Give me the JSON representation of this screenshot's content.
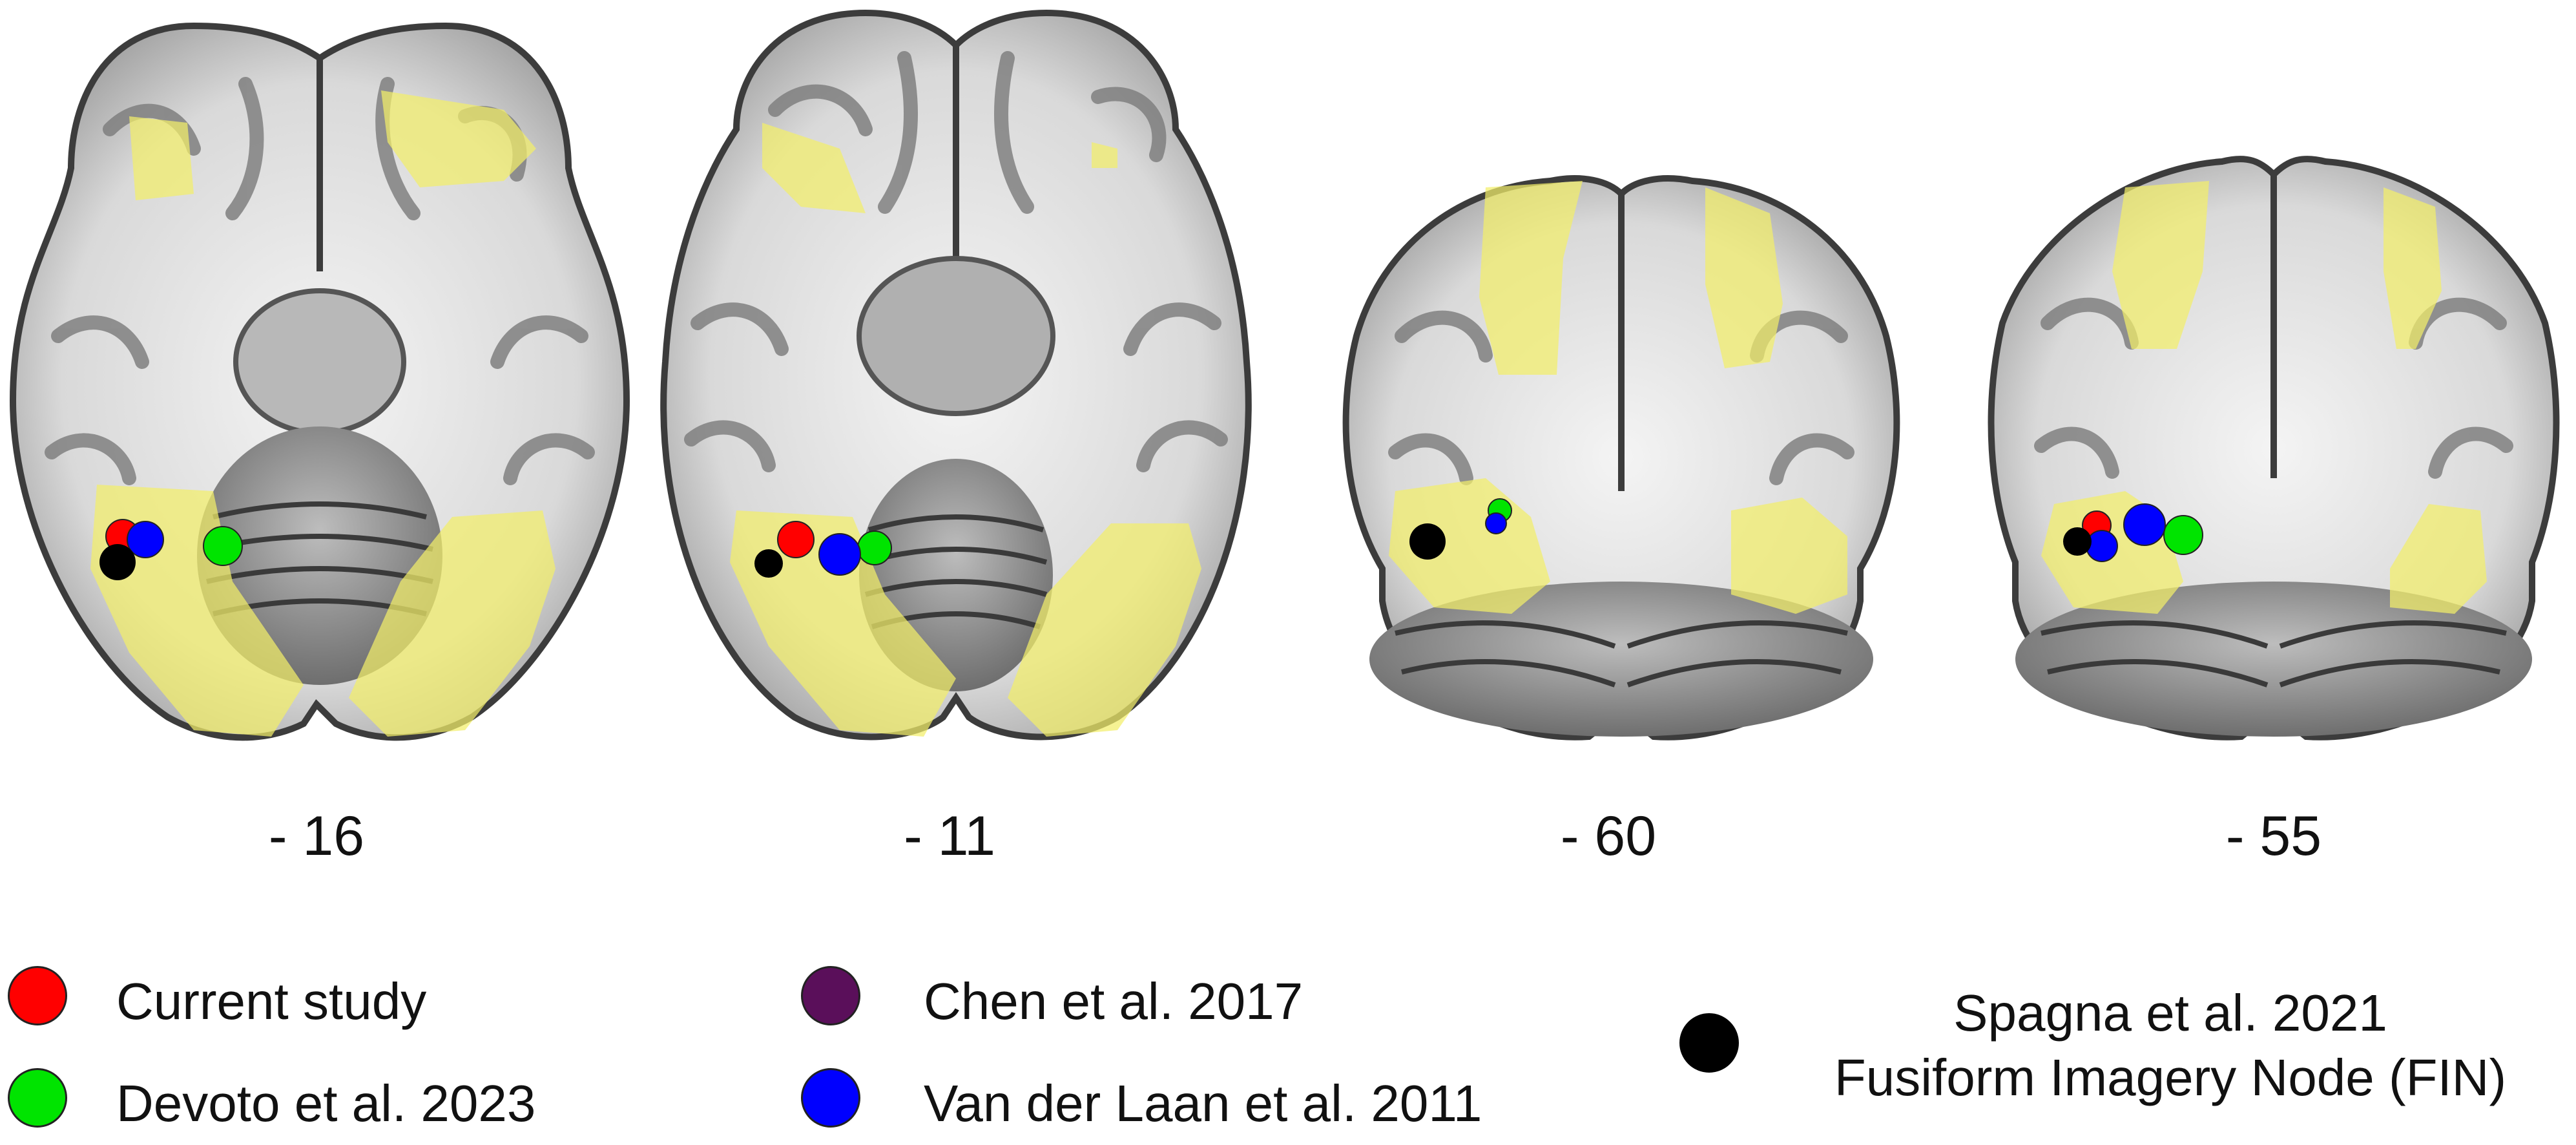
{
  "slices": [
    {
      "label": "- 16",
      "view": "axial"
    },
    {
      "label": "- 11",
      "view": "axial"
    },
    {
      "label": "- 60",
      "view": "coronal"
    },
    {
      "label": "- 55",
      "view": "coronal"
    }
  ],
  "colors": {
    "overlay": "#f2ef6a",
    "current_study": "#ff0000",
    "devoto_2023": "#00e400",
    "chen_2017": "#5a0f5a",
    "van_der_laan_2011": "#0000ff",
    "spagna_2021": "#000000"
  },
  "legend": {
    "current_study": "Current study",
    "devoto_2023": "Devoto et al. 2023",
    "chen_2017": "Chen et al. 2017",
    "van_der_laan_2011": "Van der Laan et al. 2011",
    "spagna_line1": "Spagna et al. 2021",
    "spagna_line2": "Fusiform Imagery Node (FIN)"
  }
}
